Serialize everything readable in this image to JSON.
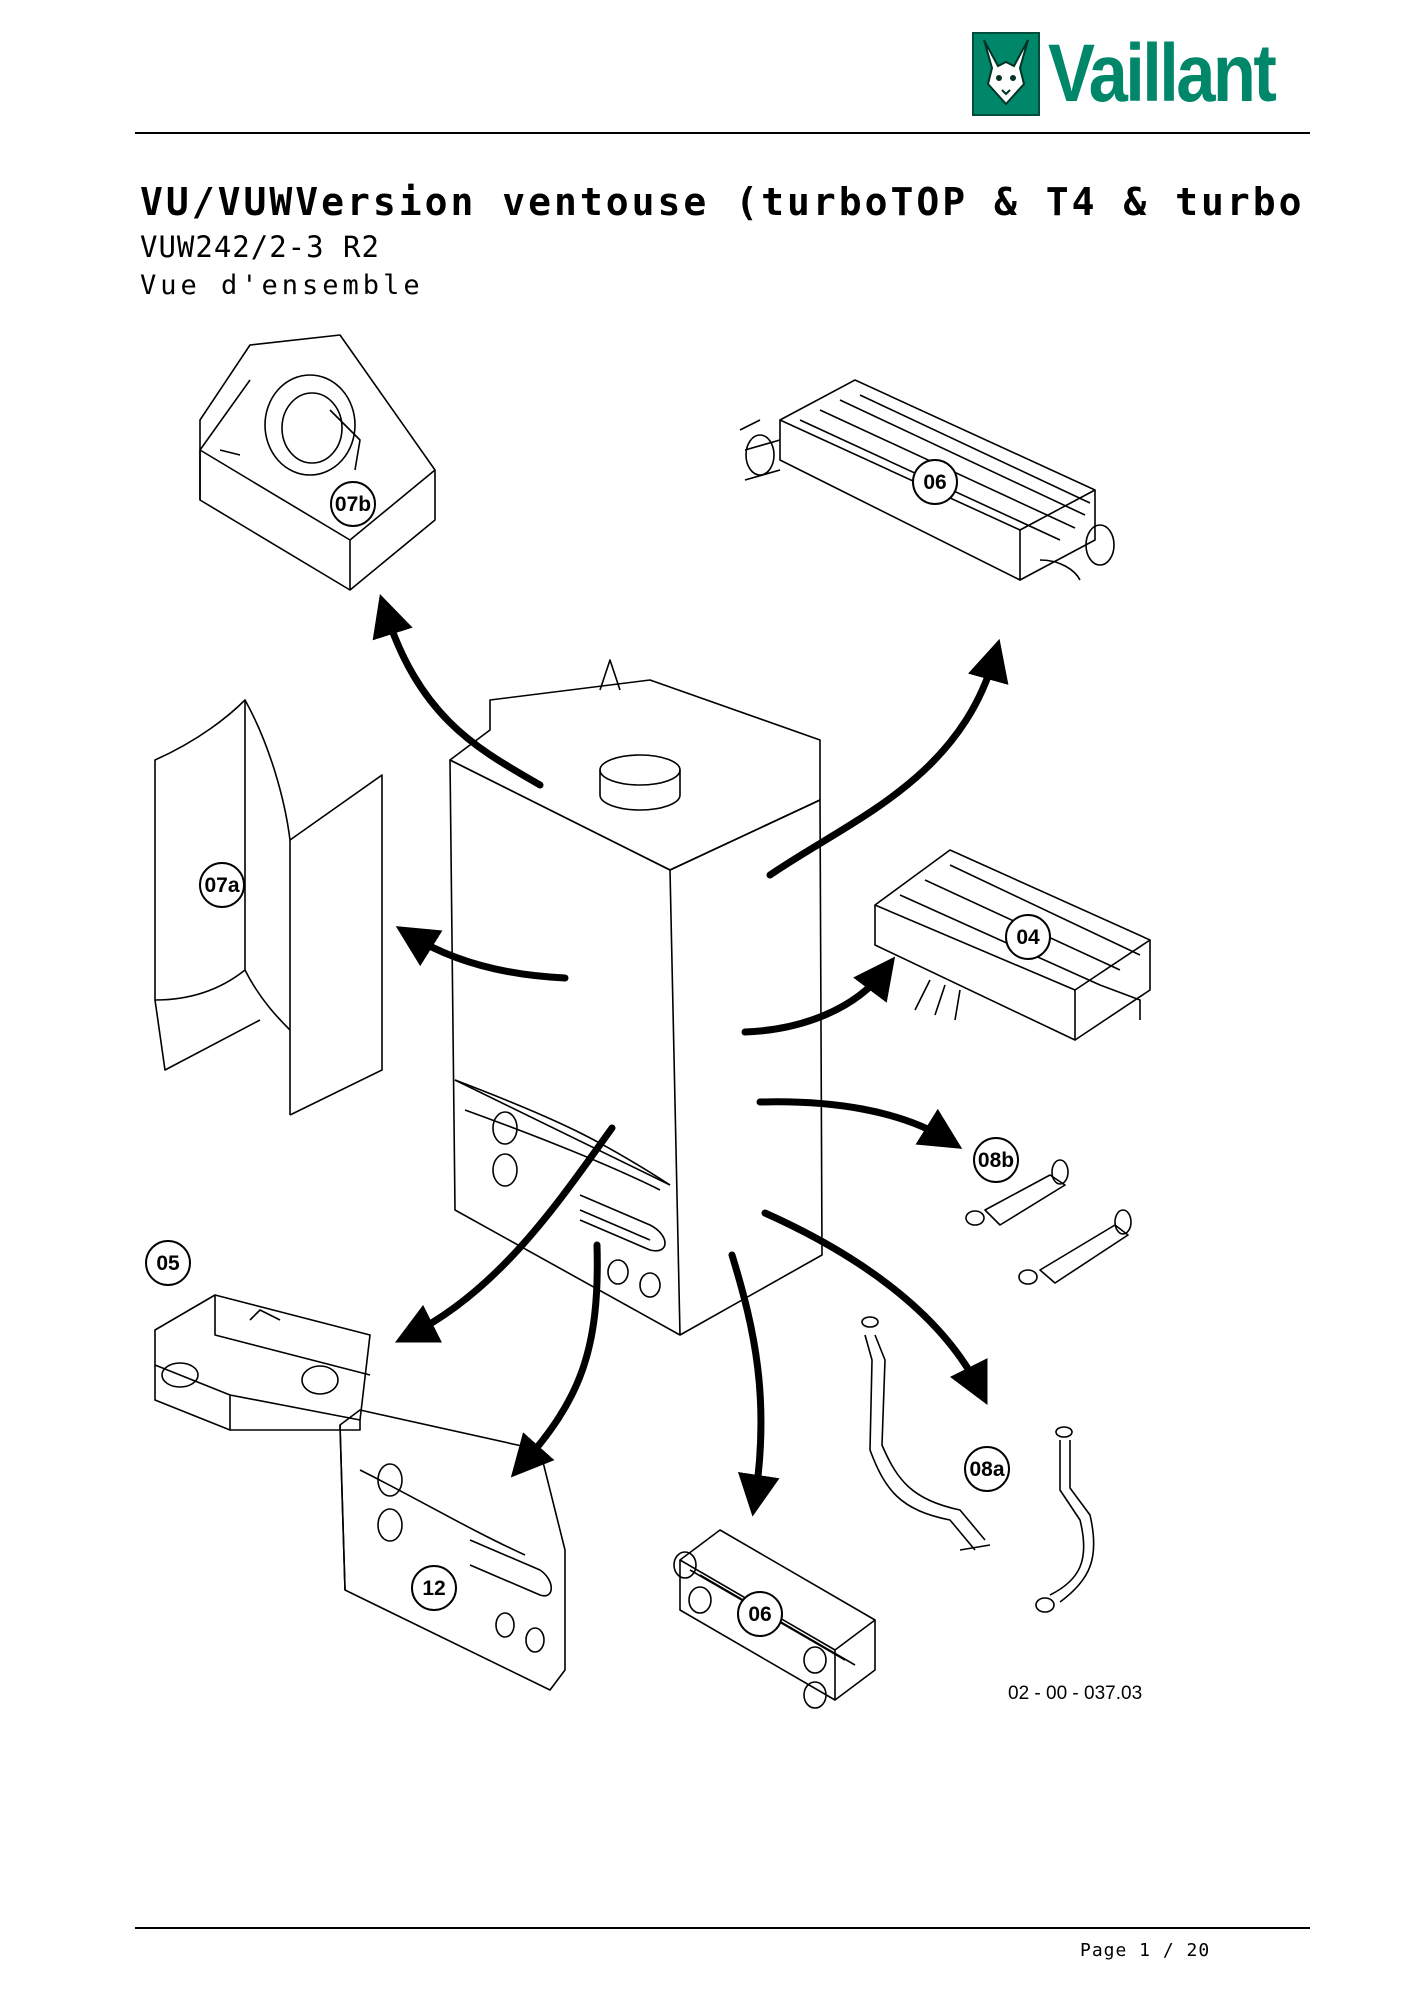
{
  "header": {
    "logo_text": "Vaillant",
    "logo_icon": "hare-emblem-icon",
    "brand_color": "#00876a"
  },
  "document": {
    "title": "VU/VUWVersion ventouse (turboTOP & T4 & turbo",
    "model": "VUW242/2-3 R2",
    "subtitle": "Vue d'ensemble"
  },
  "diagram": {
    "labels": {
      "fan": "07b",
      "heat_exchanger_top": "06",
      "casing": "07a",
      "burner": "04",
      "connectors": "08b",
      "gas_valve": "05",
      "control_panel": "12",
      "plate_exchanger": "06",
      "pipes": "08a"
    },
    "reference": "02 - 00 - 037.03"
  },
  "footer": {
    "page": "Page 1 / 20"
  }
}
